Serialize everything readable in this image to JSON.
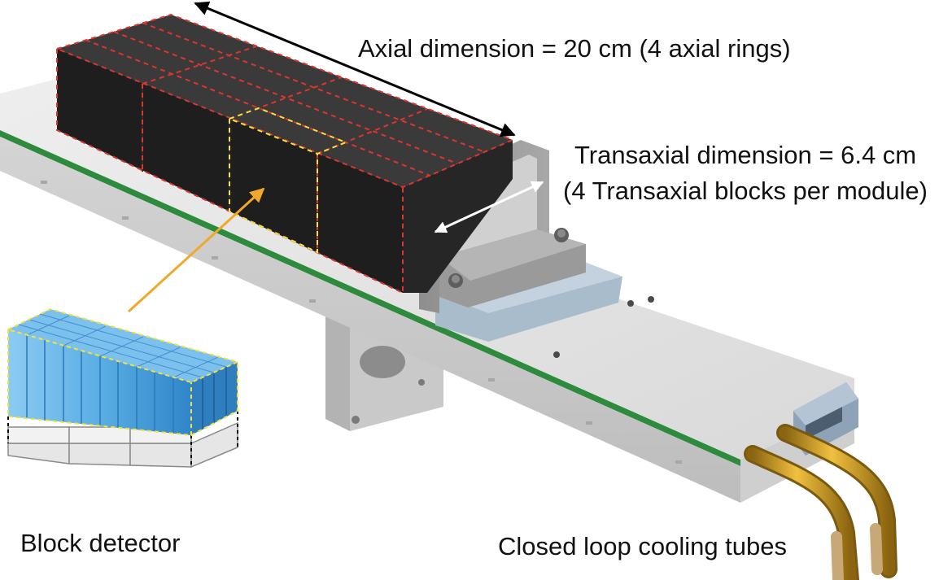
{
  "labels": {
    "axial_dimension": "Axial dimension = 20 cm (4 axial rings)",
    "transaxial_dimension": "Transaxial dimension = 6.4 cm",
    "transaxial_blocks": "(4 Transaxial blocks per module)",
    "block_detector": "Block detector",
    "cooling_tubes": "Closed loop cooling tubes"
  },
  "colors": {
    "axial_grid": "#e0342e",
    "highlighted_block": "#f2e23a",
    "pointer_arrow": "#f0a82a",
    "crystal_blue": "#5aaee4",
    "pcb_green": "#2e8b3e",
    "tube_gold": "#d4a020"
  }
}
